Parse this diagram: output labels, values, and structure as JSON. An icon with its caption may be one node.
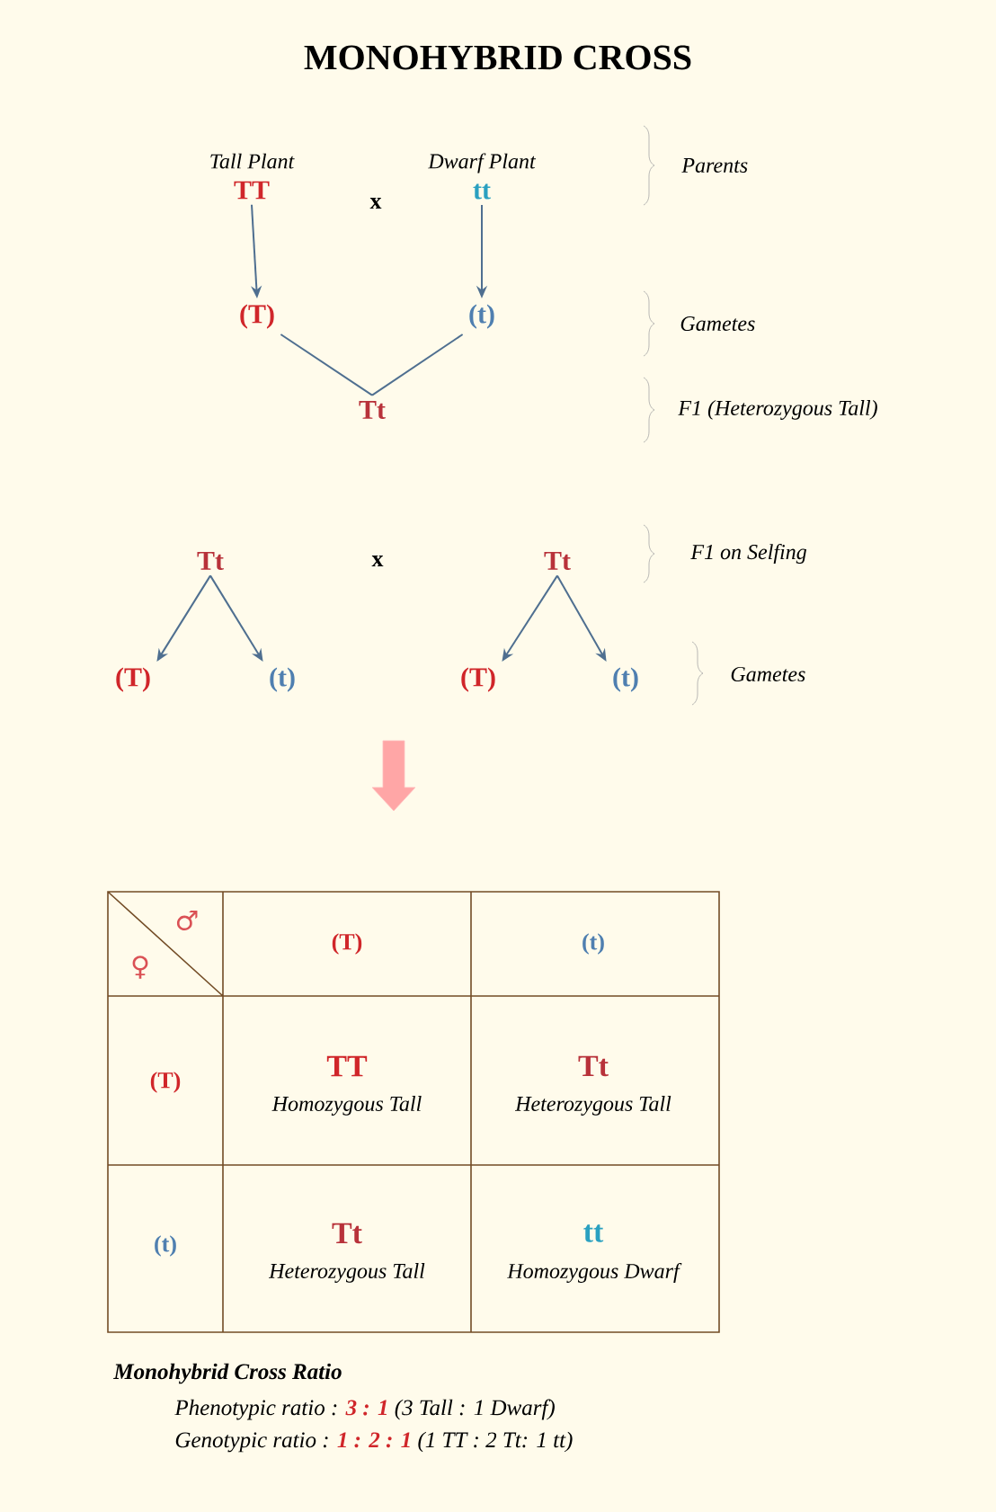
{
  "diagram": {
    "title": "MONOHYBRID CROSS",
    "nodes": [
      {
        "text": [
          "Tall Plant",
          "TT"
        ]
      },
      {
        "text": [
          "Dwarf Plant",
          "tt"
        ]
      },
      {
        "text": [
          "(T)"
        ]
      },
      {
        "text": [
          "(t)"
        ]
      },
      {
        "text": [
          "Tt"
        ]
      },
      {
        "text": [
          "Tt"
        ]
      },
      {
        "text": [
          "Tt"
        ]
      },
      {
        "text": [
          "(T)"
        ]
      },
      {
        "text": [
          "(t)"
        ]
      },
      {
        "text": [
          "(T)"
        ]
      },
      {
        "text": [
          "(t)"
        ]
      }
    ],
    "edges": [
      {
        "from": 0,
        "to": 2,
        "arrow": "to"
      },
      {
        "from": 1,
        "to": 3,
        "arrow": "to"
      },
      {
        "from": 2,
        "to": 4,
        "arrow": "none"
      },
      {
        "from": 3,
        "to": 4,
        "arrow": "none"
      },
      {
        "from": 5,
        "to": 7,
        "arrow": "to"
      },
      {
        "from": 5,
        "to": 8,
        "arrow": "to"
      },
      {
        "from": 6,
        "to": 9,
        "arrow": "to"
      },
      {
        "from": 6,
        "to": 10,
        "arrow": "to"
      }
    ],
    "labels": [
      "Parents",
      "x",
      "Gametes",
      "F1 (Heterozygous Tall)",
      "x",
      "F1 on Selfing",
      "Gametes",
      "♂",
      "♀",
      "(T)",
      "(t)",
      "(T)",
      "TT",
      "Homozygous Tall",
      "Tt",
      "Heterozygous Tall",
      "(t)",
      "Tt",
      "Heterozygous Tall",
      "tt",
      "Homozygous Dwarf",
      "Monohybrid Cross Ratio",
      "Phenotypic ratio : **3 : 1** (3 Tall : 1 Dwarf)",
      "Genotypic ratio : **1 : 2 : 1** (1 TT : 2 Tt: 1 tt)"
    ]
  }
}
